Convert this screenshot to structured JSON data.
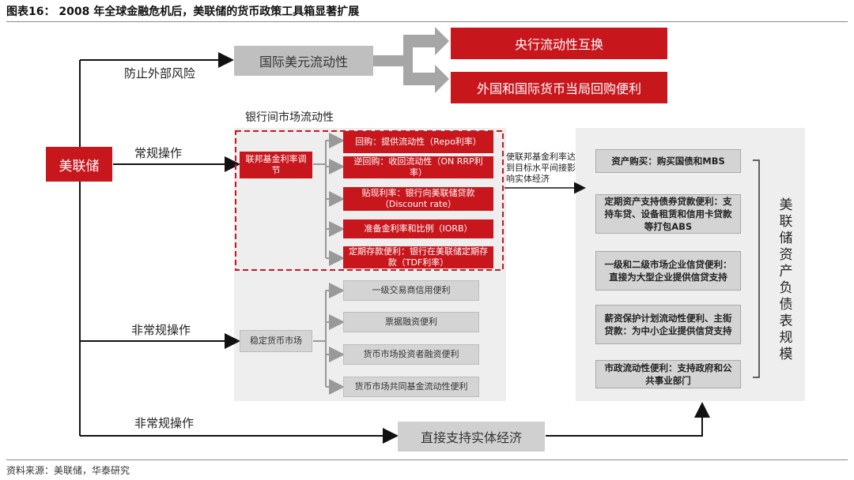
{
  "header": {
    "title": "图表16： 2008 年全球金融危机后，美联储的货币政策工具箱显著扩展"
  },
  "fed": {
    "label": "美联储"
  },
  "branches": {
    "external": "防止外部风险",
    "regular": "常规操作",
    "unconventional_1": "非常规操作",
    "unconventional_2": "非常规操作"
  },
  "intl": {
    "source_label": "国际美元流动性",
    "items": [
      "央行流动性互换",
      "外国和国际货币当局回购便利"
    ]
  },
  "interbank": {
    "section_label": "银行间市场流动性",
    "fed_funds_label": "联邦基金利率调节",
    "tools": [
      "回购：提供流动性（Repo利率）",
      "逆回购：收回流动性（ON RRP利率）",
      "贴现利率：银行向美联储贷款（Discount rate）",
      "准备金利率和比例（IORB）",
      "定期存款便利：银行在美联储定期存款（TDF利率）"
    ],
    "transmission_note": "使联邦基金利率达到目标水平间接影响实体经济"
  },
  "money_market": {
    "label": "稳定货币市场",
    "facilities": [
      "一级交易商信用便利",
      "票据融资便利",
      "货币市场投资者融资便利",
      "货币市场共同基金流动性便利"
    ]
  },
  "balance_sheet": {
    "assets": [
      "资产购买：购买国债和MBS",
      "定期资产支持债券贷款便利：支持车贷、设备租赁和信用卡贷款等打包ABS",
      "一级和二级市场企业信贷便利：直接为大型企业提供信贷支持",
      "薪资保护计划流动性便利、主街贷款：为中小企业提供信贷支持",
      "市政流动性便利：支持政府和公共事业部门"
    ],
    "side_label": "美联储资产负债表规模"
  },
  "direct": {
    "label": "直接支持实体经济"
  },
  "footer": {
    "source": "资料来源：美联储，华泰研究"
  },
  "colors": {
    "accent_red": "#c8161d",
    "gray_box": "#d9d9d9",
    "panel_gray": "#eeeeee"
  }
}
